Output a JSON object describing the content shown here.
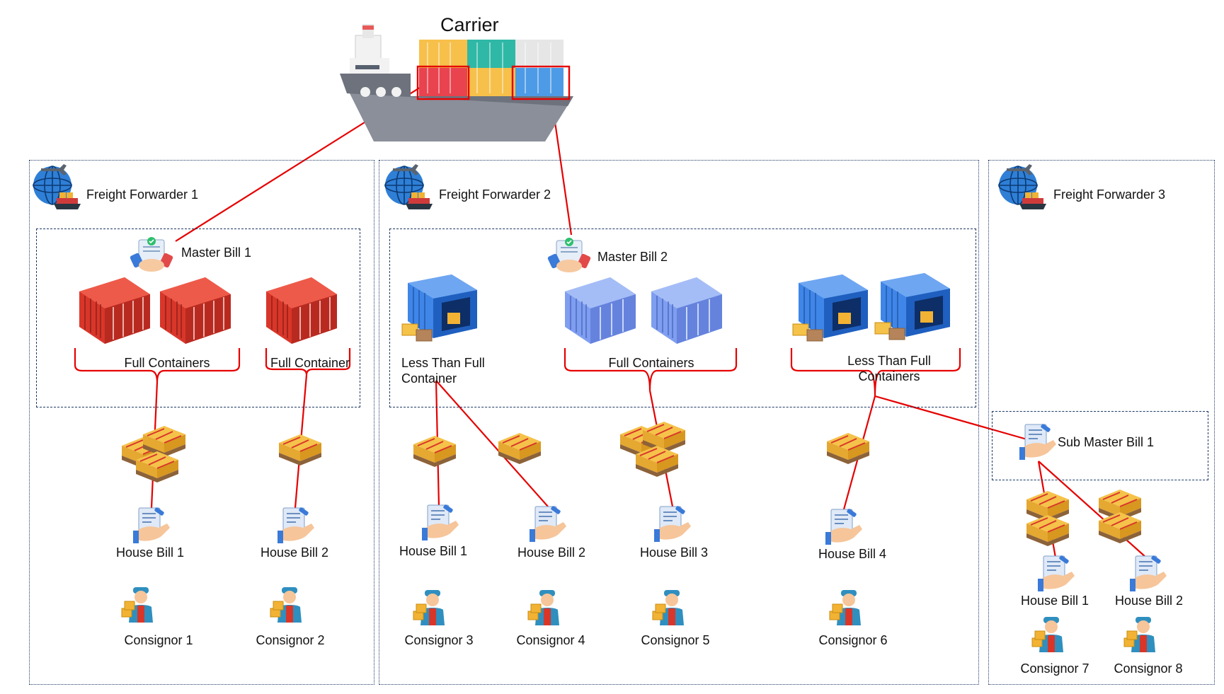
{
  "carrier": {
    "title": "Carrier"
  },
  "forwarders": [
    {
      "name": "Freight Forwarder 1",
      "master_bill": "Master Bill 1",
      "groups": [
        "Full Containers",
        "Full Container"
      ],
      "house_bills": [
        "House Bill 1",
        "House Bill 2"
      ],
      "consignors": [
        "Consignor 1",
        "Consignor 2"
      ]
    },
    {
      "name": "Freight Forwarder 2",
      "master_bill": "Master Bill 2",
      "groups": [
        "Less Than Full Container",
        "Full Containers",
        "Less Than Full Containers"
      ],
      "house_bills": [
        "House Bill 1",
        "House Bill 2",
        "House Bill 3",
        "House Bill 4"
      ],
      "consignors": [
        "Consignor 3",
        "Consignor 4",
        "Consignor 5",
        "Consignor 6"
      ]
    },
    {
      "name": "Freight Forwarder 3",
      "sub_master_bill": "Sub Master Bill 1",
      "house_bills": [
        "House Bill 1",
        "House Bill 2"
      ],
      "consignors": [
        "Consignor 7",
        "Consignor 8"
      ]
    }
  ],
  "colors": {
    "link_line": "#e60000",
    "panel_border": "#1f3864",
    "full_container": "#d9362a",
    "lcl_container": "#3f86e8",
    "fcl_container_fw2": "#7f9ef0",
    "pallet_box": "#f5c24a"
  }
}
